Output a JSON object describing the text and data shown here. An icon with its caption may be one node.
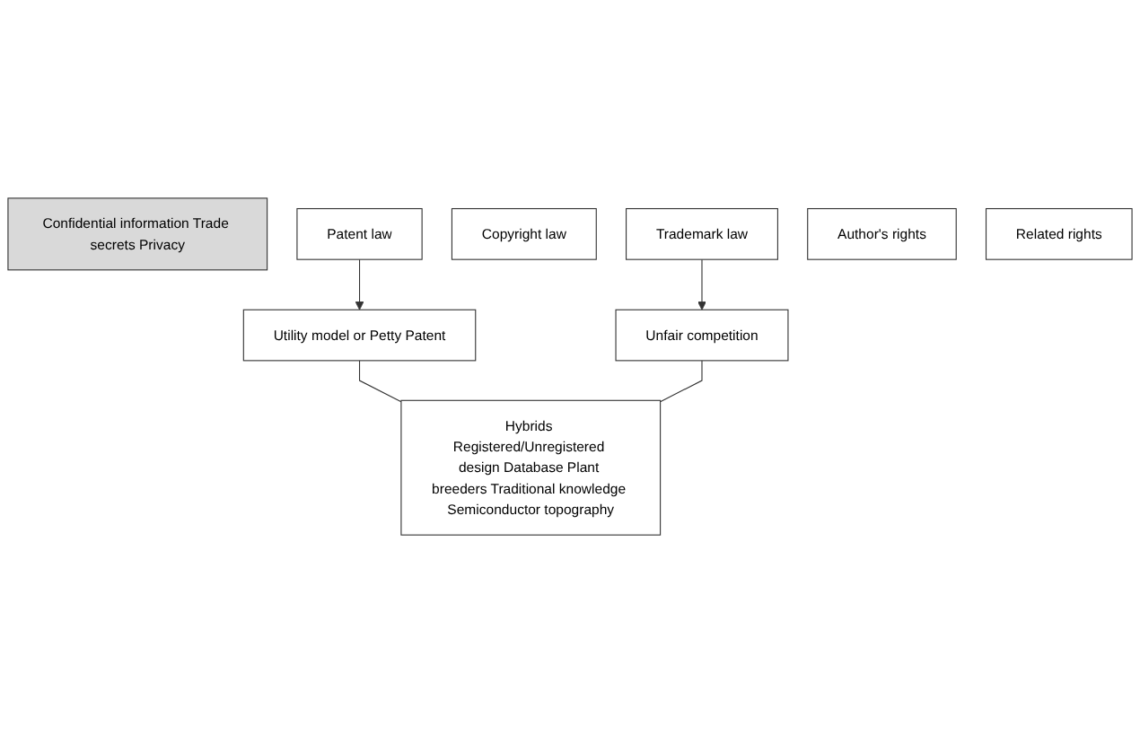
{
  "diagram": {
    "nodes": [
      {
        "text": [
          "Confidential information Trade secrets Privacy"
        ]
      },
      {
        "text": [
          "Patent law"
        ]
      },
      {
        "text": [
          "Copyright law"
        ]
      },
      {
        "text": [
          "Trademark law"
        ]
      },
      {
        "text": [
          "Utility model or Petty Patent"
        ]
      },
      {
        "text": [
          "Author's rights"
        ]
      },
      {
        "text": [
          "Related rights"
        ]
      },
      {
        "text": [
          "Unfair competition"
        ]
      },
      {
        "text": [
          "Hybrids Registered/Unregistered design Database Plant breeders Traditional knowledge Semiconductor topography"
        ]
      }
    ],
    "edges": [
      {
        "from": 1,
        "to": 4,
        "arrow": "to"
      },
      {
        "from": 3,
        "to": 7,
        "arrow": "to"
      },
      {
        "from": 4,
        "to": 8,
        "arrow": "none"
      },
      {
        "from": 7,
        "to": 8,
        "arrow": "none"
      }
    ]
  }
}
